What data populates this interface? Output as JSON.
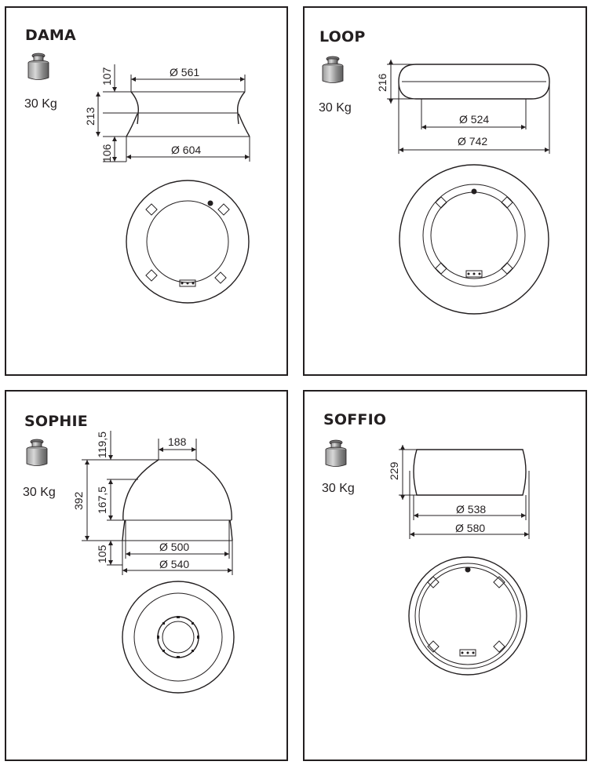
{
  "products": [
    {
      "name": "DAMA",
      "weight": "30 Kg",
      "dims": {
        "top_h": "107",
        "mid_h": "213",
        "bot_h": "106",
        "top_d": "Ø 561",
        "bot_d": "Ø 604"
      }
    },
    {
      "name": "LOOP",
      "weight": "30 Kg",
      "dims": {
        "h": "216",
        "inner_d": "Ø 524",
        "outer_d": "Ø 742"
      }
    },
    {
      "name": "SOPHIE",
      "weight": "30 Kg",
      "dims": {
        "top_h": "119,5",
        "total_h": "392",
        "mid_h": "167,5",
        "bot_h": "105",
        "top_w": "188",
        "d1": "Ø 500",
        "d2": "Ø 540"
      }
    },
    {
      "name": "SOFFIO",
      "weight": "30 Kg",
      "dims": {
        "h": "229",
        "d1": "Ø 538",
        "d2": "Ø 580"
      }
    }
  ]
}
